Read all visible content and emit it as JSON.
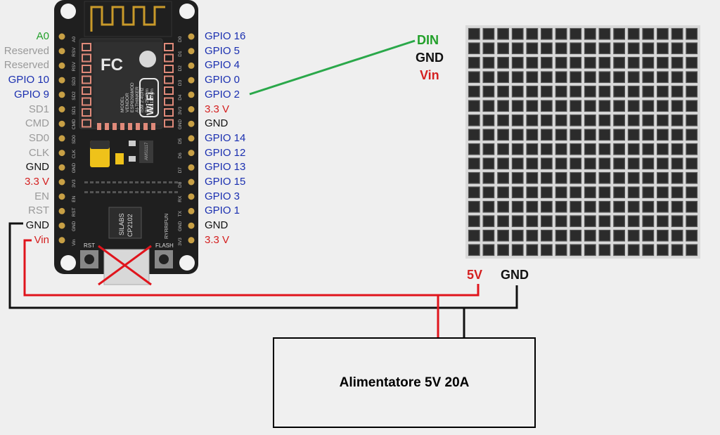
{
  "colors": {
    "background": "#efefef",
    "board": "#1f1f1f",
    "label_green": "#22a02a",
    "label_grey": "#9a9a9a",
    "label_black": "#111111",
    "label_red": "#d42020",
    "label_blue": "#1a2fb0",
    "wire_red": "#e0141c",
    "wire_black": "#111111",
    "wire_green": "#2aa84a",
    "led_cell": "#2b2b2b",
    "matrix_bg": "#d9d9d9"
  },
  "board": {
    "left_pins": [
      {
        "label": "A0",
        "color": "green"
      },
      {
        "label": "Reserved",
        "color": "grey"
      },
      {
        "label": "Reserved",
        "color": "grey"
      },
      {
        "label": "GPIO 10",
        "color": "blue"
      },
      {
        "label": "GPIO 9",
        "color": "blue"
      },
      {
        "label": "SD1",
        "color": "grey"
      },
      {
        "label": "CMD",
        "color": "grey"
      },
      {
        "label": "SD0",
        "color": "grey"
      },
      {
        "label": "CLK",
        "color": "grey"
      },
      {
        "label": "GND",
        "color": "black"
      },
      {
        "label": "3.3 V",
        "color": "red"
      },
      {
        "label": "EN",
        "color": "grey"
      },
      {
        "label": "RST",
        "color": "grey"
      },
      {
        "label": "GND",
        "color": "black"
      },
      {
        "label": "Vin",
        "color": "red"
      }
    ],
    "right_pins": [
      {
        "label": "GPIO 16",
        "color": "blue"
      },
      {
        "label": "GPIO 5",
        "color": "blue"
      },
      {
        "label": "GPIO 4",
        "color": "blue"
      },
      {
        "label": "GPIO 0",
        "color": "blue"
      },
      {
        "label": "GPIO 2",
        "color": "blue"
      },
      {
        "label": "3.3 V",
        "color": "red"
      },
      {
        "label": "GND",
        "color": "black"
      },
      {
        "label": "GPIO 14",
        "color": "blue"
      },
      {
        "label": "GPIO 12",
        "color": "blue"
      },
      {
        "label": "GPIO 13",
        "color": "blue"
      },
      {
        "label": "GPIO 15",
        "color": "blue"
      },
      {
        "label": "GPIO 3",
        "color": "blue"
      },
      {
        "label": "GPIO 1",
        "color": "blue"
      },
      {
        "label": "GND",
        "color": "black"
      },
      {
        "label": "3.3 V",
        "color": "red"
      }
    ],
    "silk_left": [
      "A0",
      "RSV",
      "RSV",
      "SD3",
      "SD2",
      "SD1",
      "CMD",
      "SD0",
      "CLK",
      "GND",
      "3V3",
      "EN",
      "RST",
      "GND",
      "Vin"
    ],
    "silk_right": [
      "D0",
      "D1",
      "D2",
      "D3",
      "D4",
      "3V3",
      "GND",
      "D5",
      "D6",
      "D7",
      "D8",
      "RX",
      "TX",
      "GND",
      "3V3"
    ],
    "module_text": [
      "MODEL",
      "VENDOR",
      "ESP8266MOD",
      "AI-THINKER",
      "ISM 2.4GHz",
      "PA +25dBm",
      "802.11b/g/n"
    ],
    "fc_text": "FC",
    "wifi_text": "Wi Fi",
    "chip_text": [
      "SILABS",
      "CP2102"
    ],
    "reg_text": "AMS1117",
    "brand_text": "RYRRIFUN",
    "rst_button": "RST",
    "flash_button": "FLASH"
  },
  "matrix": {
    "rows": 16,
    "cols": 16,
    "din_label": "DIN",
    "gnd_label": "GND",
    "vin_label": "Vin",
    "pwr_5v_label": "5V",
    "pwr_gnd_label": "GND"
  },
  "psu": {
    "label": "Alimentatore 5V 20A"
  }
}
